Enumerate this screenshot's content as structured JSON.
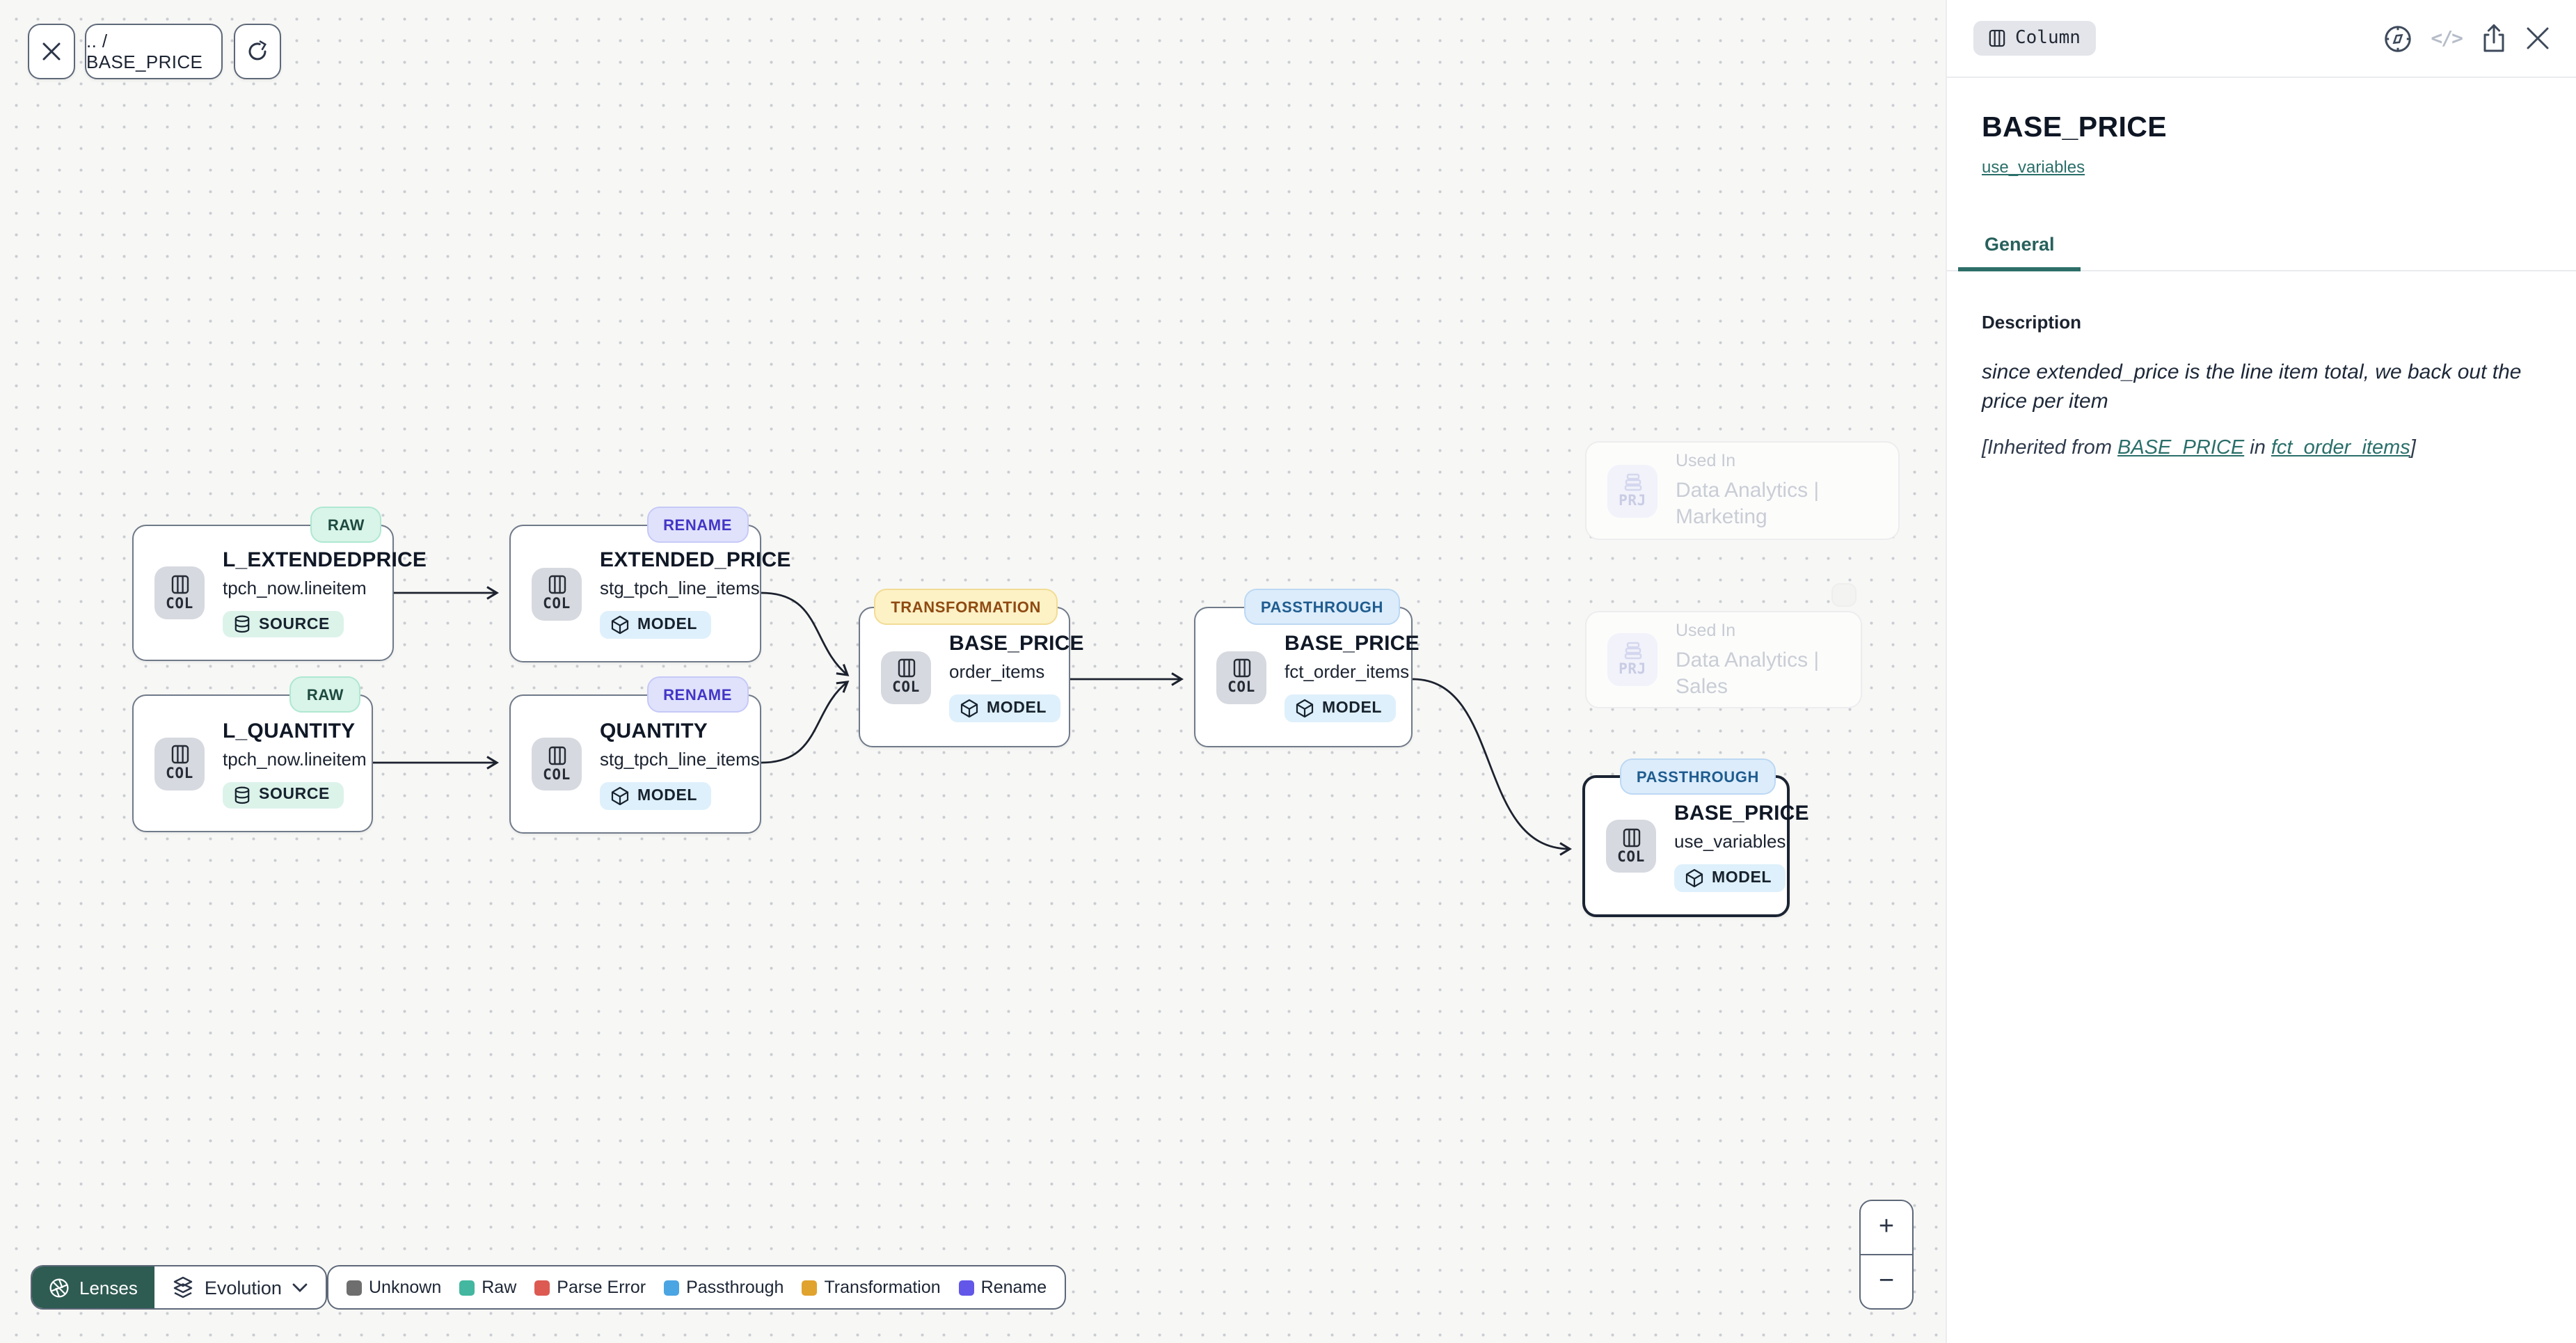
{
  "toolbar": {
    "breadcrumb": ".. / BASE_PRICE"
  },
  "canvas": {
    "nodes": [
      {
        "badge": "RAW",
        "title": "L_EXTENDEDPRICE",
        "subtitle": "tpch_now.lineitem",
        "kind": "SOURCE",
        "chip": "COL",
        "selected": false
      },
      {
        "badge": "RENAME",
        "title": "EXTENDED_PRICE",
        "subtitle": "stg_tpch_line_items",
        "kind": "MODEL",
        "chip": "COL",
        "selected": false
      },
      {
        "badge": "RAW",
        "title": "L_QUANTITY",
        "subtitle": "tpch_now.lineitem",
        "kind": "SOURCE",
        "chip": "COL",
        "selected": false
      },
      {
        "badge": "RENAME",
        "title": "QUANTITY",
        "subtitle": "stg_tpch_line_items",
        "kind": "MODEL",
        "chip": "COL",
        "selected": false
      },
      {
        "badge": "TRANSFORMATION",
        "title": "BASE_PRICE",
        "subtitle": "order_items",
        "kind": "MODEL",
        "chip": "COL",
        "selected": false
      },
      {
        "badge": "PASSTHROUGH",
        "title": "BASE_PRICE",
        "subtitle": "fct_order_items",
        "kind": "MODEL",
        "chip": "COL",
        "selected": false
      },
      {
        "badge": "PASSTHROUGH",
        "title": "BASE_PRICE",
        "subtitle": "use_variables",
        "kind": "MODEL",
        "chip": "COL",
        "selected": true
      }
    ],
    "ghosts": [
      {
        "label": "Used In",
        "name": "Data Analytics | Marketing",
        "chip": "PRJ"
      },
      {
        "label": "Used In",
        "name": "Data Analytics | Sales",
        "chip": "PRJ"
      }
    ],
    "edges": [
      {
        "from": "L_EXTENDEDPRICE (tpch_now.lineitem)",
        "to": "EXTENDED_PRICE (stg_tpch_line_items)"
      },
      {
        "from": "L_QUANTITY (tpch_now.lineitem)",
        "to": "QUANTITY (stg_tpch_line_items)"
      },
      {
        "from": "EXTENDED_PRICE (stg_tpch_line_items)",
        "to": "BASE_PRICE (order_items)"
      },
      {
        "from": "QUANTITY (stg_tpch_line_items)",
        "to": "BASE_PRICE (order_items)"
      },
      {
        "from": "BASE_PRICE (order_items)",
        "to": "BASE_PRICE (fct_order_items)"
      },
      {
        "from": "BASE_PRICE (fct_order_items)",
        "to": "BASE_PRICE (use_variables)"
      }
    ]
  },
  "footer": {
    "lenses_label": "Lenses",
    "lens_name": "Evolution"
  },
  "legend": {
    "items": [
      {
        "label": "Unknown",
        "color": "#6e6e6e"
      },
      {
        "label": "Raw",
        "color": "#43b79f"
      },
      {
        "label": "Parse Error",
        "color": "#dc5a52"
      },
      {
        "label": "Passthrough",
        "color": "#4ba5e2"
      },
      {
        "label": "Transformation",
        "color": "#e0a32e"
      },
      {
        "label": "Rename",
        "color": "#6257e8"
      }
    ]
  },
  "zoom": {
    "in_label": "+",
    "out_label": "−"
  },
  "panel": {
    "type_badge_label": "Column",
    "title": "BASE_PRICE",
    "model_link": "use_variables",
    "tabs": [
      {
        "label": "General",
        "active": true
      }
    ],
    "description": {
      "heading": "Description",
      "body": "since extended_price is the line item total, we back out the price per item",
      "inherited": {
        "prefix": "[Inherited from ",
        "link1": "BASE_PRICE",
        "mid": " in ",
        "link2": "fct_order_items",
        "suffix": "]"
      }
    }
  },
  "icons": [
    "close-icon",
    "refresh-icon",
    "columns-icon",
    "database-icon",
    "cube-icon",
    "stack-icon",
    "aperture-icon",
    "layers-icon",
    "chevron-down-icon",
    "compass-icon",
    "code-icon",
    "share-icon",
    "plus-icon",
    "minus-icon"
  ],
  "colors": {
    "accent_teal": "#2a6f6a",
    "selected_border": "#1b2433",
    "canvas_bg": "#f7f7f5",
    "badge_raw_bg": "#d9f4e8",
    "badge_rename_bg": "#e0e2fc",
    "badge_transformation_bg": "#fdf1c6",
    "badge_passthrough_bg": "#dcecfb",
    "lenses_button_bg": "#2e5b52"
  }
}
